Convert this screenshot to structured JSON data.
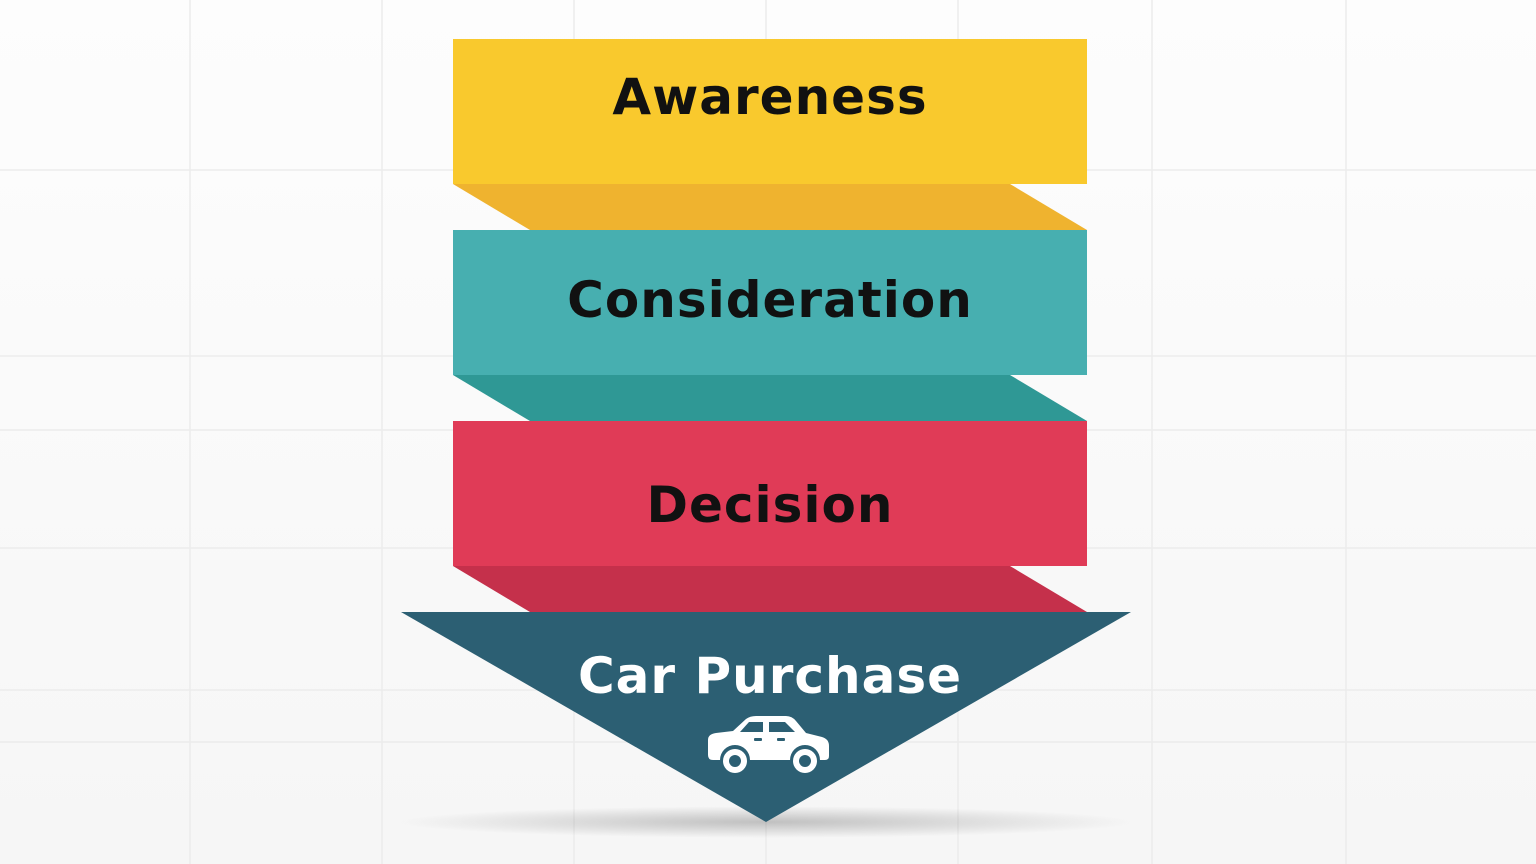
{
  "funnel": {
    "stages": [
      {
        "label": "Awareness",
        "color": "#f9c92d",
        "fold_color": "#efb32f"
      },
      {
        "label": "Consideration",
        "color": "#47afb0",
        "fold_color": "#2f9895"
      },
      {
        "label": "Decision",
        "color": "#e03b57",
        "fold_color": "#c5304b"
      }
    ],
    "outcome": {
      "label": "Car Purchase",
      "color": "#2c5f73",
      "icon": "car-icon"
    }
  }
}
